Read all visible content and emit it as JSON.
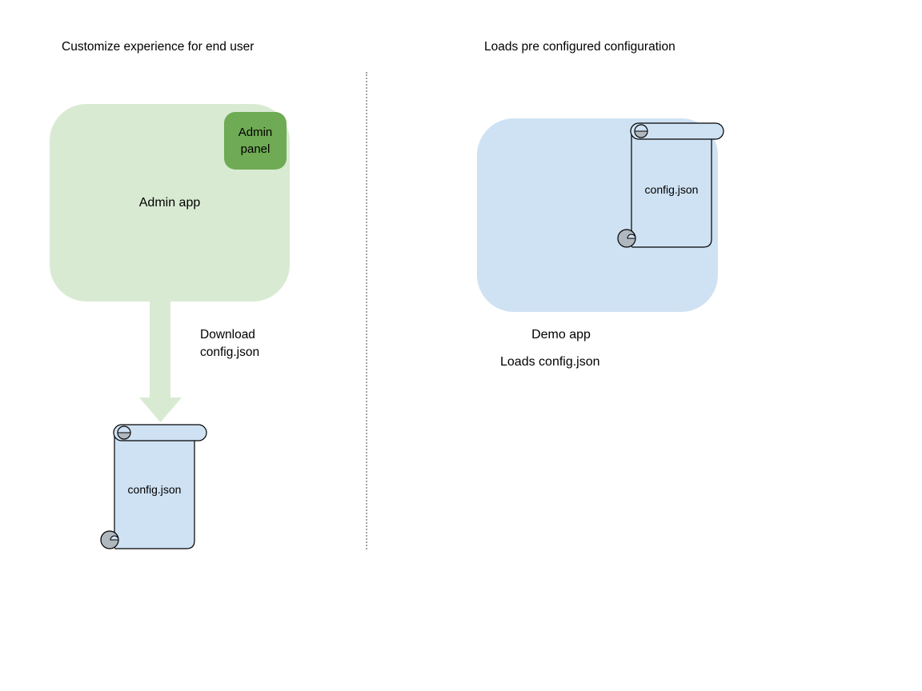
{
  "colors": {
    "background": "#ffffff",
    "light_green": "#d9ead3",
    "green": "#6faa54",
    "light_blue": "#cfe2f3",
    "outline": "#000000",
    "curl_gray": "#b0b8bf",
    "divider_gray": "#a3a3a3"
  },
  "left_section": {
    "title": "Customize experience for end user",
    "admin_app_label": "Admin app",
    "admin_panel_label": "Admin panel",
    "download_caption_line1": "Download",
    "download_caption_line2": "config.json",
    "config_file_label": "config.json"
  },
  "right_section": {
    "title": "Loads pre configured configuration",
    "demo_app_label": "Demo app",
    "config_file_label": "config.json",
    "caption": "Loads config.json"
  }
}
